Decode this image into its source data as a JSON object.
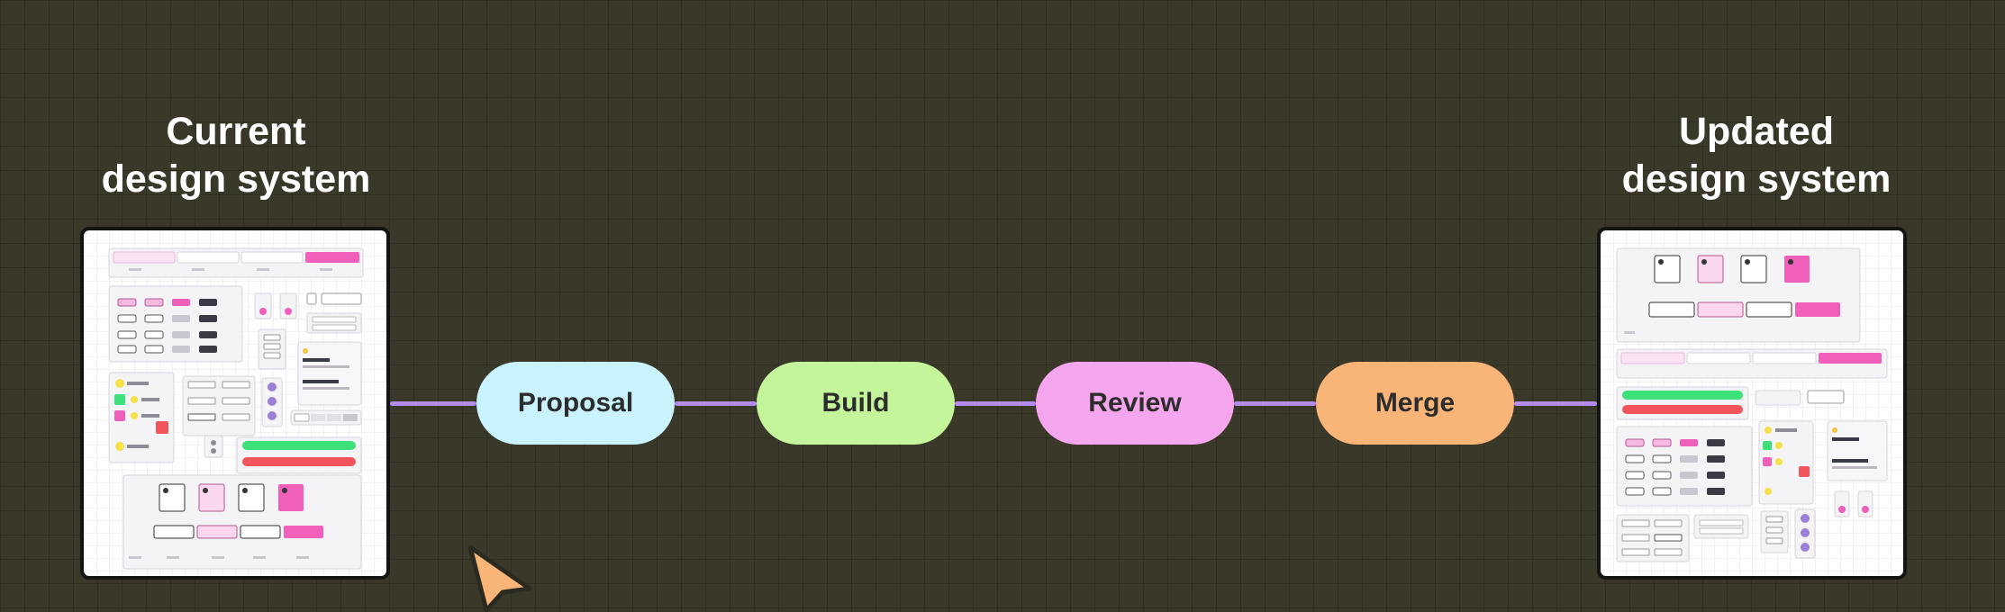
{
  "left_heading": {
    "line1": "Current",
    "line2": "design system"
  },
  "right_heading": {
    "line1": "Updated",
    "line2": "design system"
  },
  "steps": [
    {
      "label": "Proposal",
      "color": "#c9f4ff"
    },
    {
      "label": "Build",
      "color": "#c5f59a"
    },
    {
      "label": "Review",
      "color": "#f6a6ee"
    },
    {
      "label": "Merge",
      "color": "#f9b577"
    }
  ],
  "colors": {
    "background": "#3a3829",
    "connector": "#b58bf2",
    "accent_pink": "#f05fb9",
    "success_green": "#3ee07a",
    "error_red": "#f2545b",
    "cursor": "#f9b577"
  },
  "icons": {
    "pointer": "arrow-cursor-icon"
  }
}
